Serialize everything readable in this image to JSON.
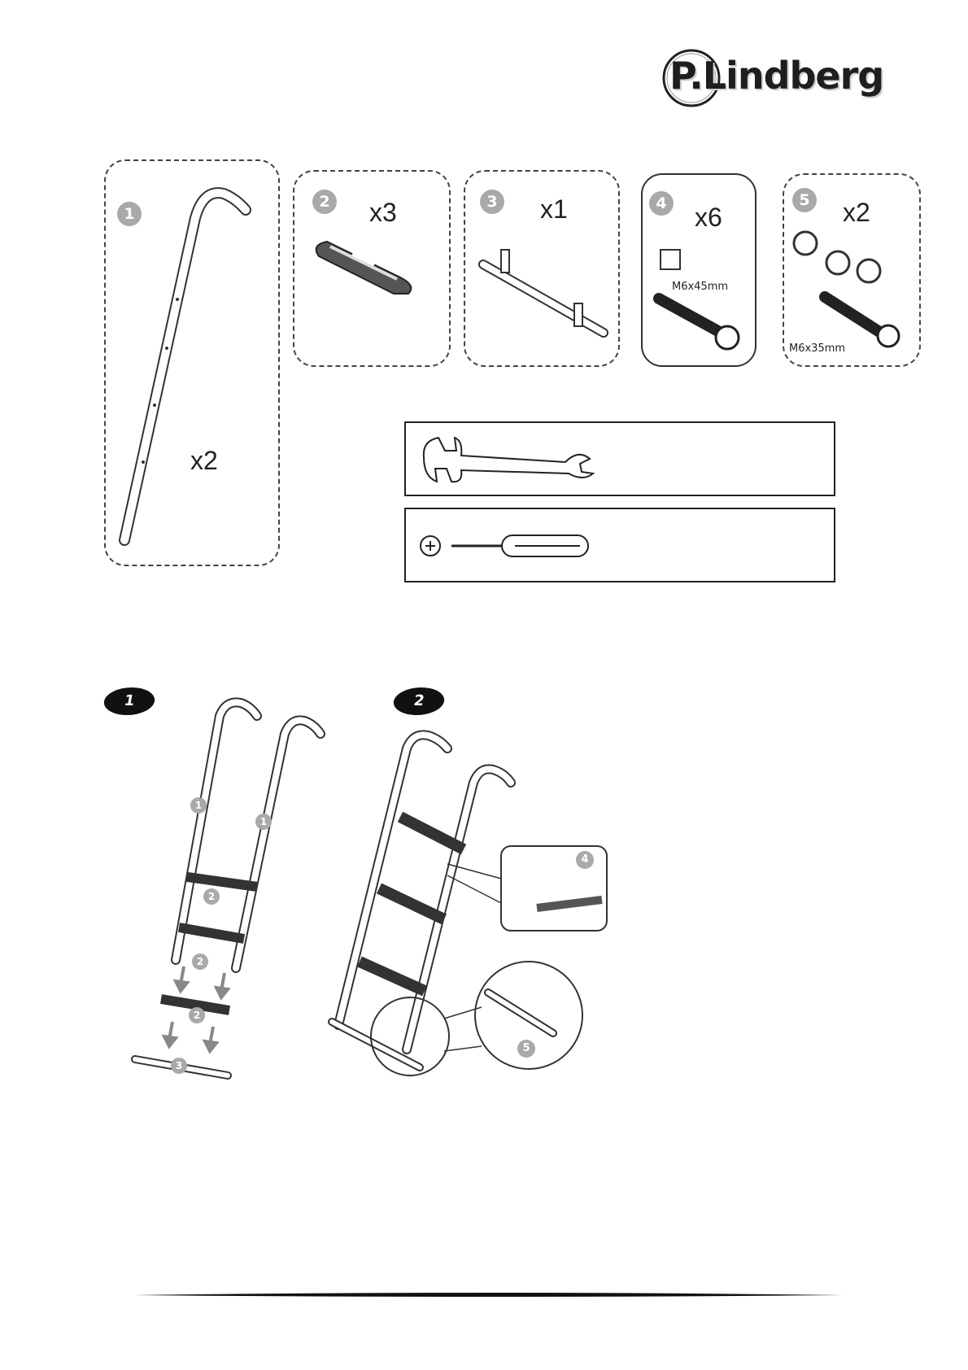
{
  "brand": {
    "logo_text": "P.Lindberg"
  },
  "parts": [
    {
      "number": "1",
      "quantity": "x2"
    },
    {
      "number": "2",
      "quantity": "x3"
    },
    {
      "number": "3",
      "quantity": "x1"
    },
    {
      "number": "4",
      "quantity": "x6",
      "spec": "M6x45mm"
    },
    {
      "number": "5",
      "quantity": "x2",
      "spec": "M6x35mm"
    }
  ],
  "steps": [
    {
      "badge": "1",
      "callouts": [
        "1",
        "1",
        "2",
        "2",
        "2",
        "3"
      ]
    },
    {
      "badge": "2",
      "callouts": [
        "4",
        "5"
      ]
    }
  ]
}
